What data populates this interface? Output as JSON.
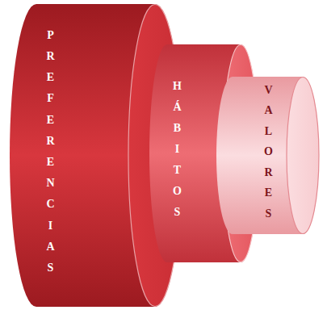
{
  "diagram": {
    "nodes": [
      {
        "text": [
          "PREFERENCIAS"
        ]
      },
      {
        "text": [
          "HÁBITOS"
        ],
        "in": 0
      },
      {
        "text": [
          "VALORES"
        ],
        "in": 1
      }
    ]
  }
}
